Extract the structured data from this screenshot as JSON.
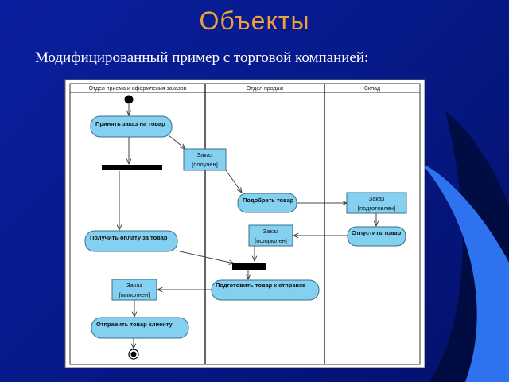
{
  "slide": {
    "title": "Объекты",
    "subtitle": "Модифицированный пример с торговой компанией:"
  },
  "colors": {
    "background": "#0a1f9e",
    "title": "#f0a038",
    "subtitle": "#ffffff",
    "activity_fill": "#84d0f0",
    "node_stroke": "#3a6f8a",
    "canvas": "#ffffff"
  },
  "diagram": {
    "lanes": [
      {
        "label": "Отдел приема и оформления заказов"
      },
      {
        "label": "Отдел продаж"
      },
      {
        "label": "Склад"
      }
    ],
    "activities": {
      "accept_order": "Принять заказ на товар",
      "receive_payment": "Получить оплату за товар",
      "ship_order": "Отправить товар клиенту",
      "pick_goods": "Подобрать товар",
      "prepare_shipment": "Подготовить товар к отправке",
      "release_goods": "Отпустить товар"
    },
    "objects": {
      "order_received": {
        "name": "Заказ",
        "state": "[получен]"
      },
      "order_prepared": {
        "name": "Заказ",
        "state": "[подготовлен]"
      },
      "order_processed": {
        "name": "Заказ",
        "state": "[оформлен]"
      },
      "order_fulfilled": {
        "name": "Заказ",
        "state": "[выполнен]"
      }
    }
  }
}
